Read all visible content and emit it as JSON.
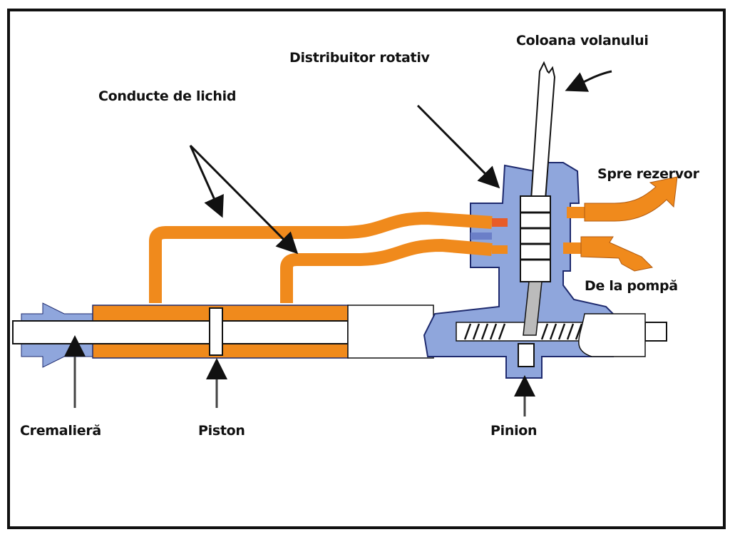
{
  "diagram": {
    "type": "rack-and-pinion power steering schematic",
    "labels": {
      "steering_column": "Coloana volanului",
      "rotary_valve": "Distribuitor rotativ",
      "fluid_lines": "Conducte de lichid",
      "to_reservoir": "Spre rezervor",
      "from_pump": "De la pompă",
      "rack": "Cremalieră",
      "piston": "Piston",
      "pinion": "Pinion"
    },
    "colors": {
      "fluid": "#f08a1c",
      "housing": "#8fa6dc",
      "outline": "#1e2a6e",
      "arrow": "#111111",
      "frame": "#111111"
    }
  }
}
